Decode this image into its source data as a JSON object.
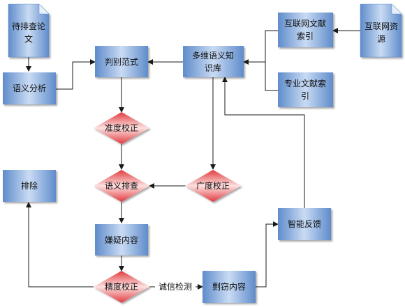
{
  "nodes": {
    "paper_to_check": "待排查论文",
    "semantic_analysis": "语义分析",
    "paradigm": "判别范式",
    "kb": "多维语义知识库",
    "web_index": "互联网文献索引",
    "web_source": "互联网资源",
    "pro_index": "专业文献索引",
    "accuracy_check": "准度校正",
    "semantic_check": "语义排查",
    "breadth_check": "广度校正",
    "exclude": "排除",
    "suspicious": "嫌疑内容",
    "precision_check": "精度校正",
    "feedback": "智能反馈",
    "plagiarism": "剽窃内容"
  },
  "edge_labels": {
    "integrity": "诚信检测"
  },
  "colors": {
    "box_light": "#c3d6f0",
    "box_dark": "#5f8ccb",
    "diamond_light": "#fbd8d8",
    "diamond_dark": "#e03a3e",
    "line": "#1a1a1a"
  }
}
